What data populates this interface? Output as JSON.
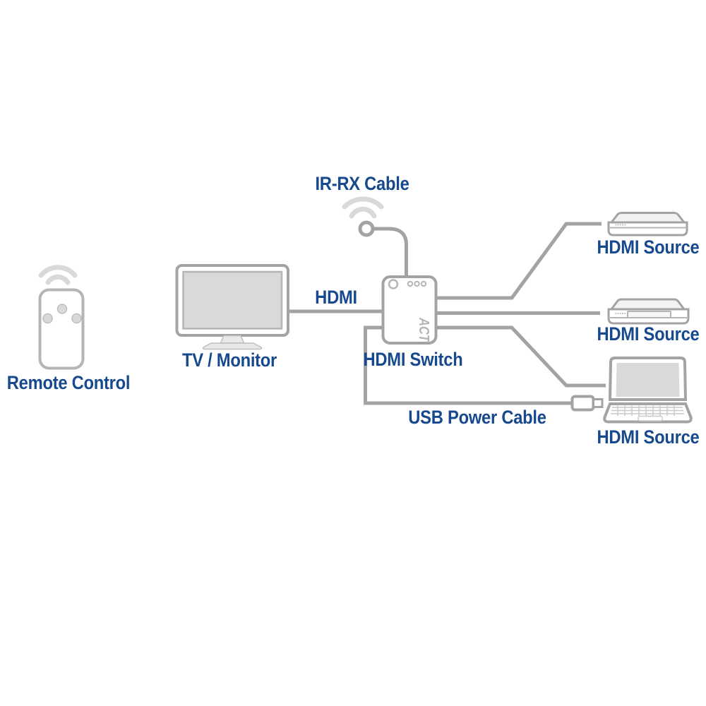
{
  "colors": {
    "label_text": "#17498E",
    "line_gray": "#A3A3A3",
    "soft_gray": "#B5B5B5",
    "arc_gray": "#D9D9D9",
    "screen_gray": "#D9D9D9",
    "logo_gray": "#B5B5B5"
  },
  "labels": {
    "remote_control": "Remote Control",
    "tv_monitor": "TV / Monitor",
    "hdmi": "HDMI",
    "hdmi_switch": "HDMI Switch",
    "ir_rx_cable": "IR-RX Cable",
    "usb_power_cable": "USB Power Cable",
    "hdmi_source_1": "HDMI Source",
    "hdmi_source_2": "HDMI Source",
    "hdmi_source_3": "HDMI Source"
  },
  "switch_device": {
    "logo": "ACT"
  }
}
